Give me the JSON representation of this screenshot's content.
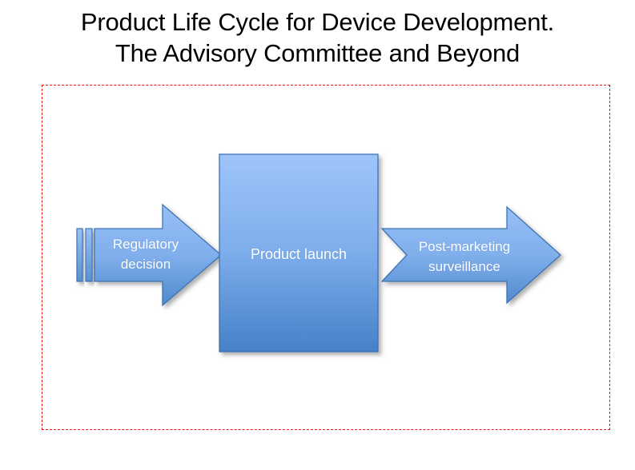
{
  "slide": {
    "title": "Product Life Cycle for Device Development.\nThe Advisory Committee and Beyond",
    "title_color": "#000000",
    "background_color": "#ffffff",
    "frame_border_color": "#e8120f",
    "frame_border_style": "dashed"
  },
  "diagram": {
    "type": "process-flow",
    "direction": "left-to-right",
    "accent_color": "#5B9BD5",
    "shape_gradient_top": "#9CC2FA",
    "shape_gradient_bottom": "#4A82C8",
    "shape_outline_color": "#3E74B4",
    "shape_text_color": "#ffffff",
    "steps": [
      {
        "id": "step-truncated-a",
        "shape": "arrow-sliver",
        "label": "",
        "note": "partial edge of preceding off-slide step"
      },
      {
        "id": "step-truncated-b",
        "shape": "arrow-sliver",
        "label": "",
        "note": "partial edge of preceding off-slide step"
      },
      {
        "id": "step-regulatory-decision",
        "shape": "right-arrow",
        "label": "Regulatory\ndecision"
      },
      {
        "id": "step-product-launch",
        "shape": "rectangle",
        "label": "Product launch"
      },
      {
        "id": "step-post-marketing-surveillance",
        "shape": "chevron",
        "label": "Post-marketing\nsurveillance"
      }
    ]
  }
}
